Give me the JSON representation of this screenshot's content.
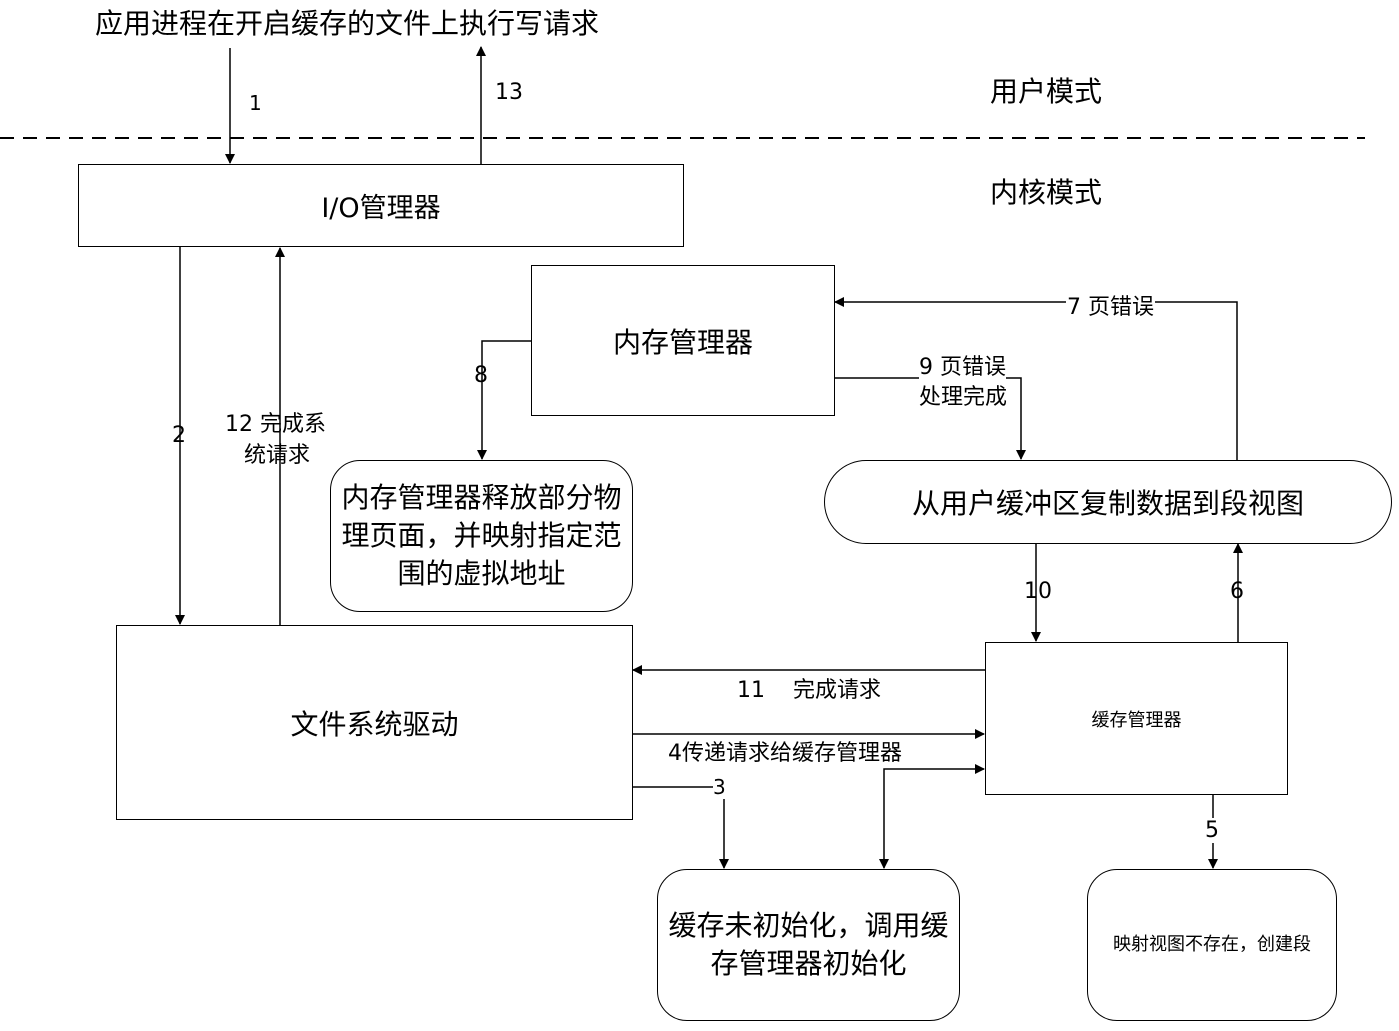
{
  "header": {
    "title": "应用进程在开启缓存的文件上执行写请求",
    "user_mode": "用户模式",
    "kernel_mode": "内核模式"
  },
  "nodes": {
    "io_manager": "I/O管理器",
    "memory_manager": "内存管理器",
    "mm_release": "内存管理器释放部分物理页面，并映射指定范围的虚拟地址",
    "copy_data": "从用户缓冲区复制数据到段视图",
    "fs_driver": "文件系统驱动",
    "cache_manager": "缓存管理器",
    "cache_uninit": "缓存未初始化，调用缓存管理器初始化",
    "create_section": "映射视图不存在，创建段"
  },
  "edges": {
    "e1": "1",
    "e2": "2",
    "e3": "3",
    "e4": "4传递请求给缓存管理器",
    "e5": "5",
    "e6": "6",
    "e7": "7  页错误",
    "e8": "8",
    "e9_line1": "9  页错误",
    "e9_line2": "处理完成",
    "e10": "10",
    "e11": "11    完成请求",
    "e12_line1": "12  完成系",
    "e12_line2": "统请求",
    "e13": "13"
  }
}
